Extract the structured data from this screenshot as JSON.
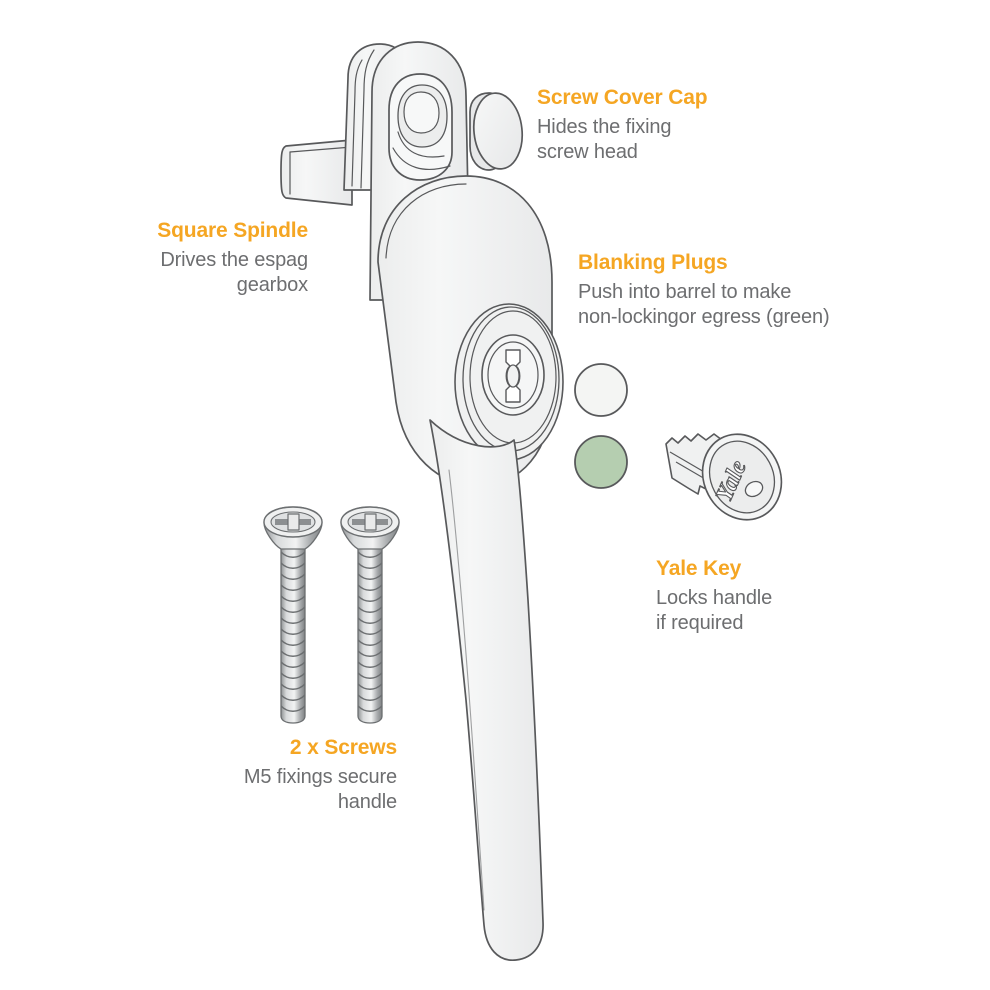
{
  "diagram": {
    "title": "Window handle exploded parts diagram",
    "background_color": "#ffffff",
    "accent_color": "#f5a623",
    "body_text_color": "#6d6e70",
    "line_color": "#58595b",
    "metal_fill": "#f2f2f2",
    "plug_green_color": "#b5ceb0",
    "plug_white_color": "#f4f5f3"
  },
  "callouts": [
    {
      "id": "screw-cover-cap",
      "title": "Screw Cover Cap",
      "line1": "Hides the fixing",
      "line2": "screw head",
      "align": "left"
    },
    {
      "id": "square-spindle",
      "title": "Square Spindle",
      "line1": "Drives the espag",
      "line2": "gearbox",
      "align": "right"
    },
    {
      "id": "blanking-plugs",
      "title": "Blanking Plugs",
      "line1": "Push into barrel to make",
      "line2": "non-lockingor egress (green)",
      "align": "left"
    },
    {
      "id": "yale-key",
      "title": "Yale Key",
      "line1": "Locks handle",
      "line2": "if required",
      "align": "left"
    },
    {
      "id": "screws",
      "title": "2 x Screws",
      "line1": "M5 fixings secure",
      "line2": "handle",
      "align": "right"
    }
  ],
  "parts": {
    "handle": "window-handle-body",
    "spindle": "square-spindle-bar",
    "cover_cap": "screw-cover-cap",
    "lock_barrel": "lock-barrel-keyway",
    "plug_white": "blanking-plug-white",
    "plug_green": "blanking-plug-green",
    "key": "yale-key",
    "key_brand": "Yale",
    "screw_count": 2
  }
}
